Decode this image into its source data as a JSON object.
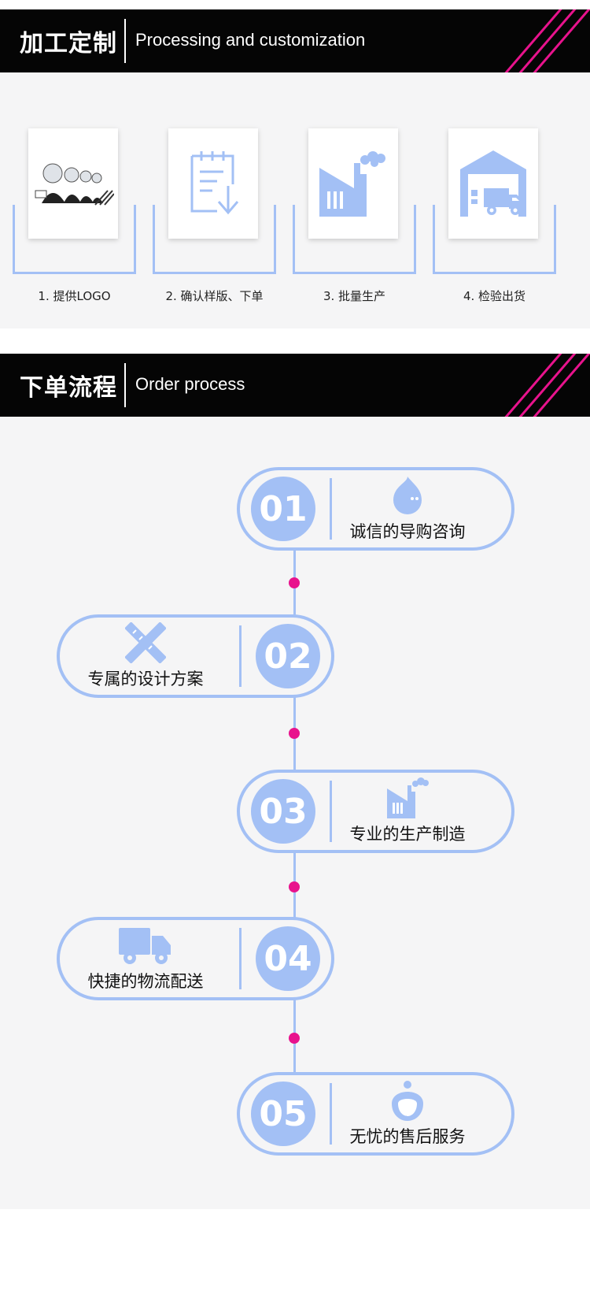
{
  "section1": {
    "title_cn": "加工定制",
    "title_en": "Processing and customization",
    "steps": [
      {
        "label": "1. 提供LOGO",
        "icon": "customer-service-team-icon"
      },
      {
        "label": "2. 确认样版、下单",
        "icon": "clipboard-download-icon"
      },
      {
        "label": "3. 批量生产",
        "icon": "factory-icon"
      },
      {
        "label": "4. 检验出货",
        "icon": "warehouse-truck-icon"
      }
    ]
  },
  "section2": {
    "title_cn": "下单流程",
    "title_en": "Order process",
    "items": [
      {
        "num": "01",
        "text": "诚信的导购咨询",
        "icon": "chat-bubble-icon"
      },
      {
        "num": "02",
        "text": "专属的设计方案",
        "icon": "pencil-ruler-icon"
      },
      {
        "num": "03",
        "text": "专业的生产制造",
        "icon": "factory-icon"
      },
      {
        "num": "04",
        "text": "快捷的物流配送",
        "icon": "delivery-truck-icon"
      },
      {
        "num": "05",
        "text": "无忧的售后服务",
        "icon": "support-agent-icon"
      }
    ]
  },
  "colors": {
    "banner": "#050505",
    "accent_blue": "#a3c0f5",
    "accent_pink": "#e8138d",
    "panel": "#f5f5f6"
  }
}
